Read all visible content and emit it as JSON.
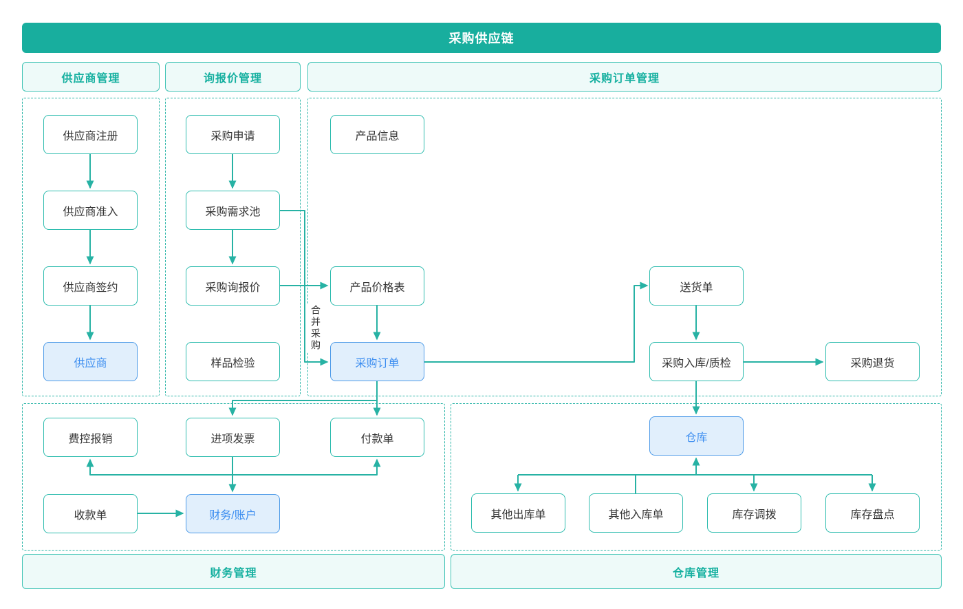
{
  "title": "采购供应链",
  "colors": {
    "title_bg": "#18ae9e",
    "title_text": "#ffffff",
    "header_bg": "#eefaf9",
    "header_border": "#3fc3b5",
    "header_text": "#16b0a0",
    "container_border": "#2bb5a7",
    "line": "#27b2a4",
    "node_bg": "#ffffff",
    "node_border": "#2dbcae",
    "node_text": "#333333",
    "highlight_bg": "#e1effc",
    "highlight_border": "#4e9be8",
    "highlight_text": "#3d8ef0"
  },
  "sections": {
    "supplier": {
      "header": "供应商管理",
      "nodes": [
        {
          "label": "供应商注册"
        },
        {
          "label": "供应商准入"
        },
        {
          "label": "供应商签约"
        },
        {
          "label": "供应商",
          "highlight": true
        }
      ]
    },
    "inquiry": {
      "header": "询报价管理",
      "nodes": [
        {
          "label": "采购申请"
        },
        {
          "label": "采购需求池"
        },
        {
          "label": "采购询报价"
        },
        {
          "label": "样品检验"
        }
      ]
    },
    "purchase_order": {
      "header": "采购订单管理",
      "nodes": [
        {
          "label": "产品信息"
        },
        {
          "label": "产品价格表"
        },
        {
          "label": "采购订单",
          "highlight": true
        },
        {
          "label": "送货单"
        },
        {
          "label": "采购入库/质检"
        },
        {
          "label": "采购退货"
        }
      ]
    },
    "finance": {
      "header": "财务管理",
      "nodes": [
        {
          "label": "费控报销"
        },
        {
          "label": "进项发票"
        },
        {
          "label": "付款单"
        },
        {
          "label": "收款单"
        },
        {
          "label": "财务/账户",
          "highlight": true
        }
      ]
    },
    "warehouse": {
      "header": "仓库管理",
      "nodes": [
        {
          "label": "仓库",
          "highlight": true
        },
        {
          "label": "其他出库单"
        },
        {
          "label": "其他入库单"
        },
        {
          "label": "库存调拨"
        },
        {
          "label": "库存盘点"
        }
      ]
    }
  },
  "edge_labels": {
    "merge_purchase": "合并采购"
  }
}
